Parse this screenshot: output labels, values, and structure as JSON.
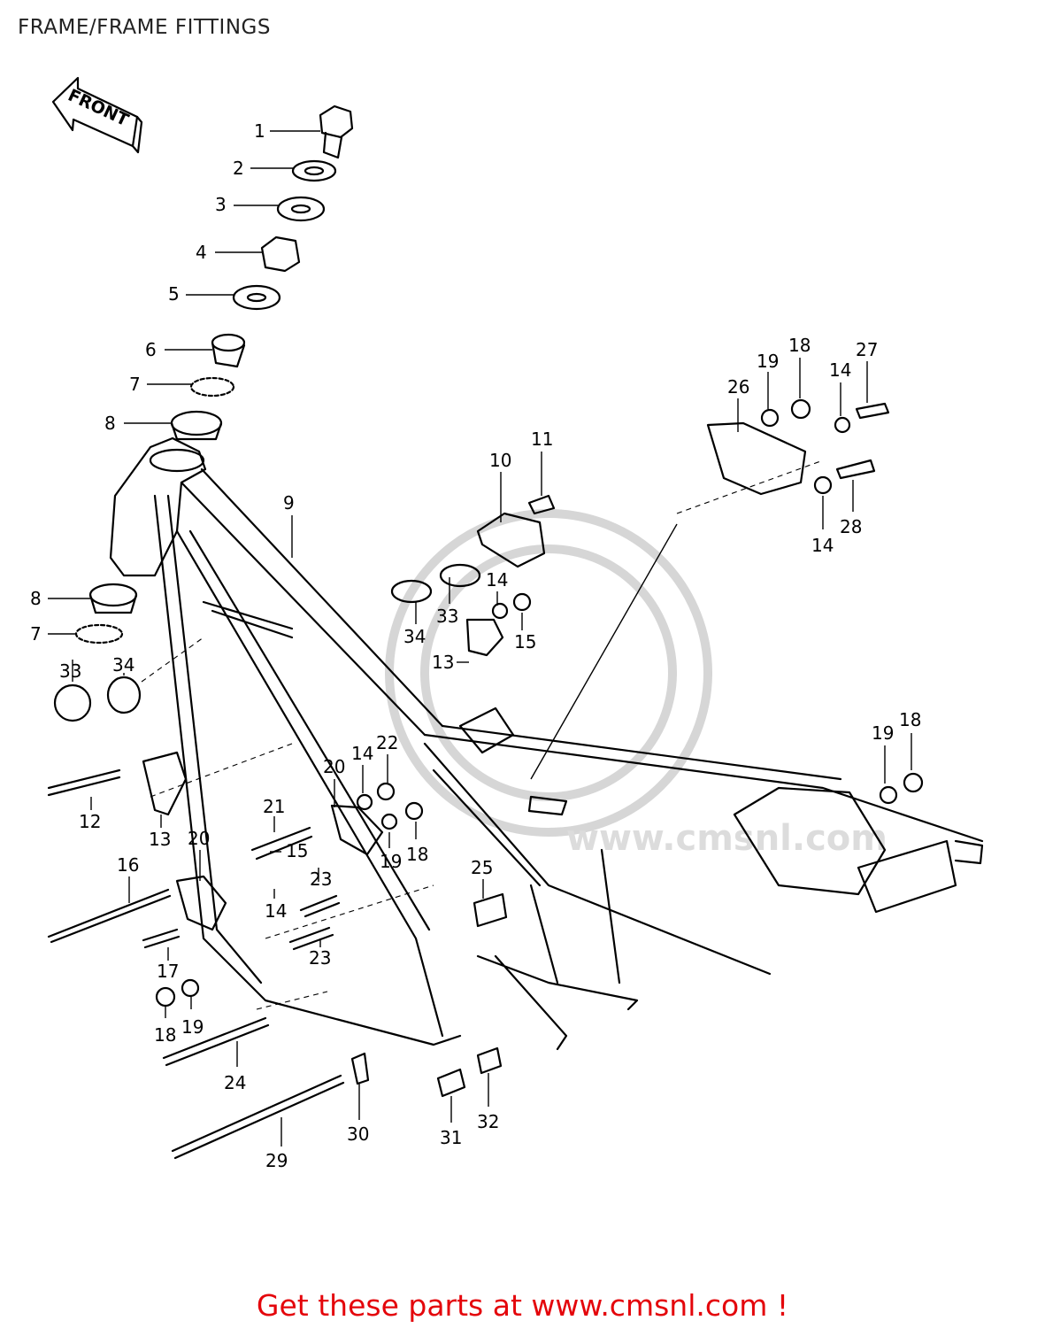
{
  "title": "FRAME/FRAME FITTINGS",
  "front_label": "FRONT",
  "footer_link": "Get these parts at www.cmsnl.com !",
  "watermark_text": "www.cmsnl.com",
  "callouts": [
    {
      "label": "1"
    },
    {
      "label": "2"
    },
    {
      "label": "3"
    },
    {
      "label": "4"
    },
    {
      "label": "5"
    },
    {
      "label": "6"
    },
    {
      "label": "7"
    },
    {
      "label": "8"
    },
    {
      "label": "8"
    },
    {
      "label": "7"
    },
    {
      "label": "9"
    },
    {
      "label": "10"
    },
    {
      "label": "11"
    },
    {
      "label": "14"
    },
    {
      "label": "15"
    },
    {
      "label": "33"
    },
    {
      "label": "34"
    },
    {
      "label": "13"
    },
    {
      "label": "26"
    },
    {
      "label": "19"
    },
    {
      "label": "18"
    },
    {
      "label": "14"
    },
    {
      "label": "27"
    },
    {
      "label": "14"
    },
    {
      "label": "28"
    },
    {
      "label": "33"
    },
    {
      "label": "34"
    },
    {
      "label": "12"
    },
    {
      "label": "13"
    },
    {
      "label": "20"
    },
    {
      "label": "14"
    },
    {
      "label": "22"
    },
    {
      "label": "19"
    },
    {
      "label": "18"
    },
    {
      "label": "21"
    },
    {
      "label": "15"
    },
    {
      "label": "23"
    },
    {
      "label": "14"
    },
    {
      "label": "23"
    },
    {
      "label": "16"
    },
    {
      "label": "20"
    },
    {
      "label": "17"
    },
    {
      "label": "18"
    },
    {
      "label": "19"
    },
    {
      "label": "24"
    },
    {
      "label": "25"
    },
    {
      "label": "19"
    },
    {
      "label": "18"
    },
    {
      "label": "30"
    },
    {
      "label": "29"
    },
    {
      "label": "31"
    },
    {
      "label": "32"
    }
  ]
}
